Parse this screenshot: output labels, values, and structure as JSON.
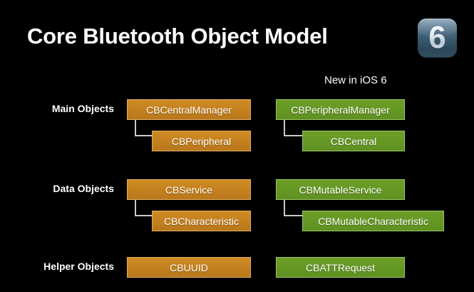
{
  "slide": {
    "title": "Core Bluetooth Object Model",
    "badge": {
      "name": "ios-6-badge",
      "number": "6"
    },
    "new_in_label": "New in iOS 6",
    "background_color": "#000000",
    "colors": {
      "orange_fill": "#c4811f",
      "orange_border": "#e0ae63",
      "green_fill": "#5f9122",
      "green_border": "#9cc26a",
      "connector": "#c9c9c9",
      "text": "#ffffff"
    }
  },
  "rows": [
    {
      "label": "Main Objects",
      "existing": {
        "parent": "CBCentralManager",
        "child": "CBPeripheral"
      },
      "new_in_ios6": {
        "parent": "CBPeripheralManager",
        "child": "CBCentral"
      }
    },
    {
      "label": "Data Objects",
      "existing": {
        "parent": "CBService",
        "child": "CBCharacteristic"
      },
      "new_in_ios6": {
        "parent": "CBMutableService",
        "child": "CBMutableCharacteristic"
      }
    },
    {
      "label": "Helper Objects",
      "existing": {
        "parent": "CBUUID",
        "child": null
      },
      "new_in_ios6": {
        "parent": "CBATTRequest",
        "child": null
      }
    }
  ]
}
